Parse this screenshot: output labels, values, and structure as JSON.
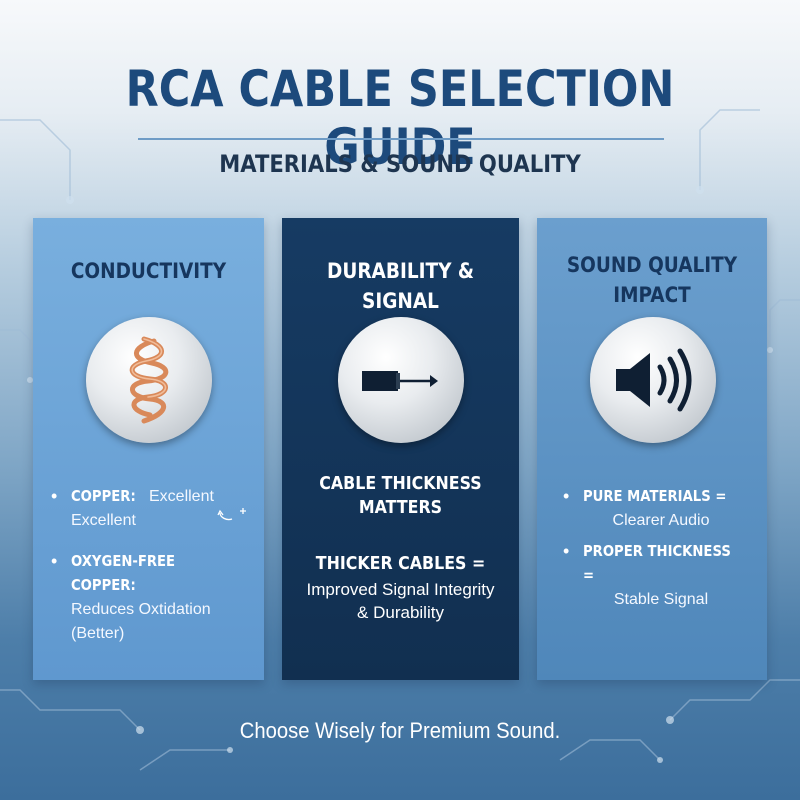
{
  "title": "RCA CABLE SELECTION GUIDE",
  "subtitle": "MATERIALS & SOUND QUALITY",
  "panels": [
    {
      "heading": "CONDUCTIVITY",
      "icon": "copper-coil-icon",
      "bullets": [
        {
          "key": "COPPER:",
          "value": "Excellent",
          "value2": "Excellent"
        },
        {
          "key": "OXYGEN-FREE COPPER:",
          "value": "Reduces Oxtidation (Better)"
        }
      ]
    },
    {
      "heading": "DURABILITY & SIGNAL",
      "icon": "cable-arrow-icon",
      "heading2": "CABLE THICKNESS",
      "heading3": "MATTERS",
      "heading4": "THICKER CABLES =",
      "text1": "Improved Signal Integrity",
      "text2": "& Durability"
    },
    {
      "heading": "SOUND QUALITY",
      "heading_line2": "IMPACT",
      "icon": "speaker-icon",
      "bullets": [
        {
          "key": "PURE MATERIALS =",
          "value": "Clearer Audio"
        },
        {
          "key": "PROPER THICKNESS =",
          "value": "Stable Signal"
        }
      ]
    }
  ],
  "footer": "Choose Wisely for Premium Sound.",
  "colors": {
    "title": "#1d4a7c",
    "panel_left": "#6aa4d8",
    "panel_middle": "#133658",
    "panel_right": "#5d93c4",
    "copper": "#e29a6a"
  }
}
